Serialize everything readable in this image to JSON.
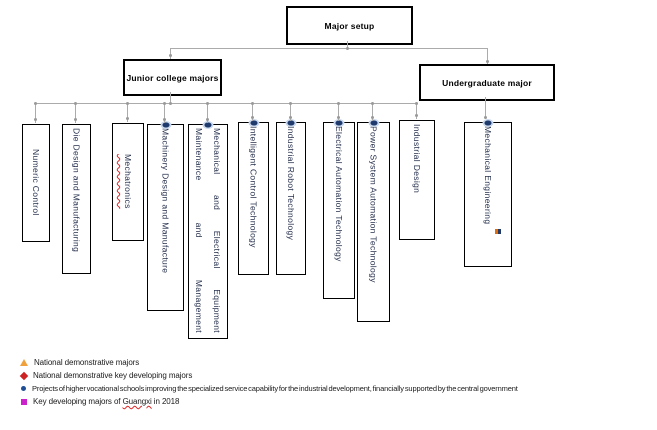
{
  "tree": {
    "root": {
      "label": "Major setup"
    },
    "level2": [
      {
        "label": "Junior college majors"
      },
      {
        "label": "Undergraduate major"
      }
    ],
    "junior_majors": [
      {
        "label": "Numeric Control"
      },
      {
        "label": "Die Design and Manufacturing"
      },
      {
        "label": "Mechatronics",
        "spellcheck_squiggle": true
      },
      {
        "label": "Machinery Design and Manufacture",
        "marker": "central-government-project-circle"
      },
      {
        "label": "Mechanical and Electrical Equipment Maintenance and Management",
        "marker": "central-government-project-circle"
      },
      {
        "label": "Intelligent Control Technology",
        "marker": "central-government-project-circle"
      },
      {
        "label": "Industrial Robot Technology",
        "marker": "central-government-project-circle"
      },
      {
        "label": "Electrical Automation Technology",
        "marker": "central-government-project-circle"
      },
      {
        "label": "Power System Automation Technology",
        "marker": "central-government-project-circle"
      },
      {
        "label": "Industrial Design"
      }
    ],
    "undergraduate_majors": [
      {
        "label": "Mechanical Engineering",
        "marker": "central-government-project-circle",
        "end_marker": "tiny-orange-blue-flag"
      }
    ]
  },
  "legend": {
    "items": [
      {
        "icon": "triangle-marker-icon",
        "color": "#F0A13C",
        "label": "National demonstrative majors"
      },
      {
        "icon": "diamond-marker-icon",
        "color": "#CC2222",
        "label": "National demonstrative key developing majors"
      },
      {
        "icon": "circle-marker-icon",
        "color": "#1F4E96",
        "label": "Projects of higher vocational schools improving the specialized service capability for the industrial development, financially supported by the central government"
      },
      {
        "icon": "square-marker-icon",
        "color": "#CC22CC",
        "label_parts": [
          "Key developing majors of ",
          "Guangxi",
          " in 2018"
        ]
      }
    ]
  },
  "colors": {
    "box_border": "#000000",
    "connector": "#ababab",
    "project_marker_blue": "#1F3B6E",
    "project_marker_halo": "#C9D8EE",
    "squiggle_red": "#DD2222"
  }
}
